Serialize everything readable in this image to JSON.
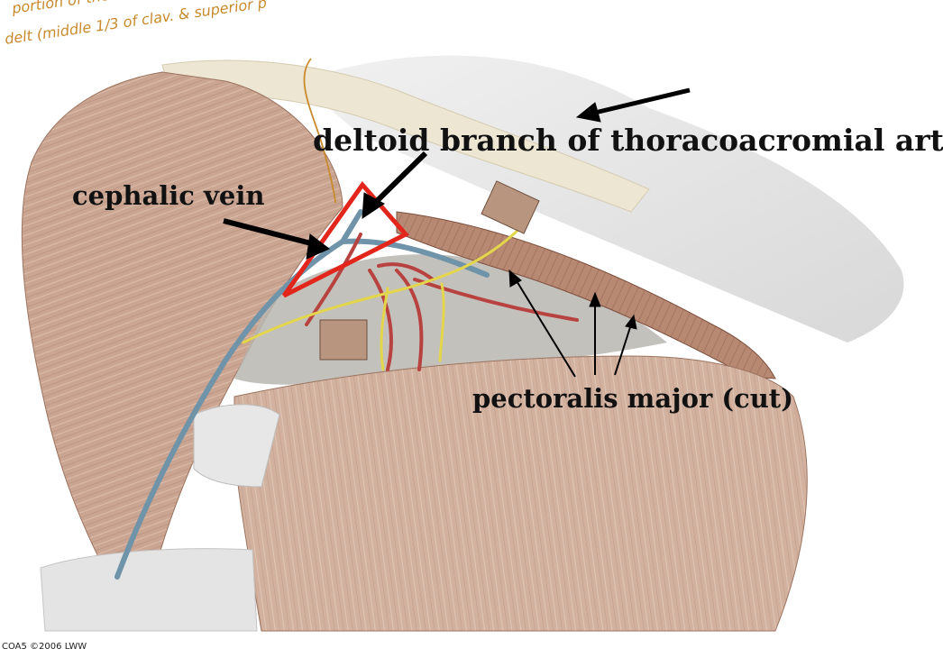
{
  "handwritten_note": {
    "line1": "portion of the ant.",
    "line2": "delt (middle 1/3 of clav. & superior p"
  },
  "labels": {
    "deltoid_branch": "deltoid branch of thoracoacromial art",
    "cephalic_vein": "cephalic vein",
    "pectoralis_major": "pectoralis major (cut)"
  },
  "credit": "COA5 ©2006 LWW",
  "colors": {
    "muscle": "#c9a48f",
    "vein": "#6f93a8",
    "artery": "#b8423f",
    "nerve": "#e4d64a",
    "highlight_triangle": "#e3261c",
    "handwriting": "#c98a2c"
  }
}
